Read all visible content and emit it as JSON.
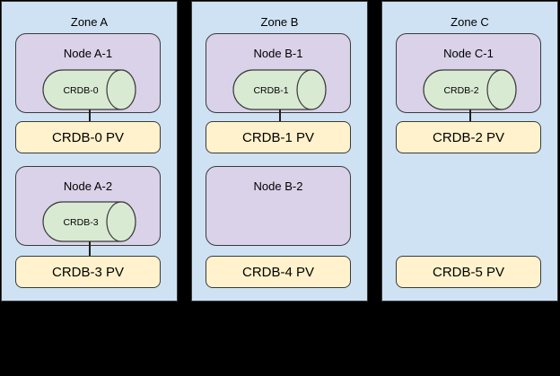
{
  "diagram": {
    "colors": {
      "background": "#000000",
      "zone_fill": "#cfe2f3",
      "node_fill": "#d9d2e9",
      "cylinder_fill": "#d9ead3",
      "pv_fill": "#fff2cc",
      "border": "#3a3a3a",
      "text": "#000000"
    },
    "zones": [
      {
        "label": "Zone A",
        "groups": [
          {
            "node": "Node A-1",
            "cylinder": "CRDB-0",
            "pv": "CRDB-0 PV"
          },
          {
            "node": "Node A-2",
            "cylinder": "CRDB-3",
            "pv": "CRDB-3 PV"
          }
        ]
      },
      {
        "label": "Zone B",
        "groups": [
          {
            "node": "Node B-1",
            "cylinder": "CRDB-1",
            "pv": "CRDB-1 PV"
          },
          {
            "node": "Node B-2",
            "cylinder": null,
            "pv": "CRDB-4 PV"
          }
        ]
      },
      {
        "label": "Zone C",
        "groups": [
          {
            "node": "Node C-1",
            "cylinder": "CRDB-2",
            "pv": "CRDB-2 PV"
          },
          {
            "node": null,
            "cylinder": null,
            "pv": "CRDB-5 PV"
          }
        ]
      }
    ]
  }
}
